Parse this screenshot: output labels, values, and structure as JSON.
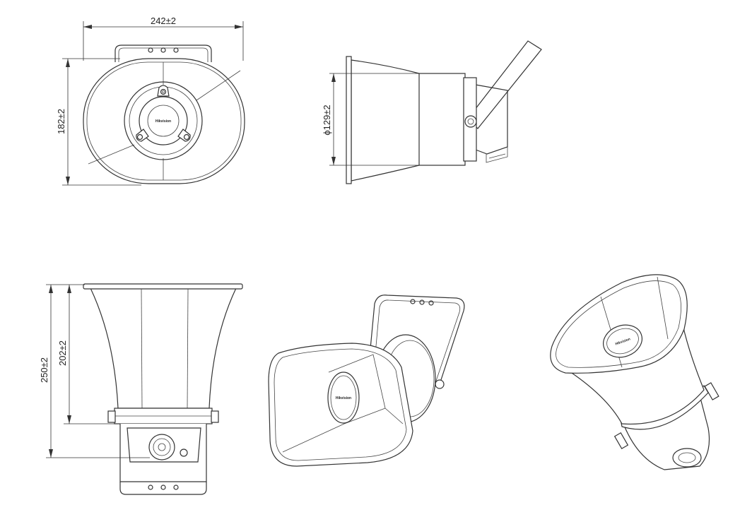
{
  "dimensions": {
    "width": "242±2",
    "height": "182±2",
    "diameter": "ϕ129±2",
    "overall_length": "250±2",
    "horn_length": "202±2"
  },
  "brand": {
    "logo_text": "Hikvision"
  },
  "colors": {
    "line": "#333333",
    "background": "#ffffff"
  }
}
